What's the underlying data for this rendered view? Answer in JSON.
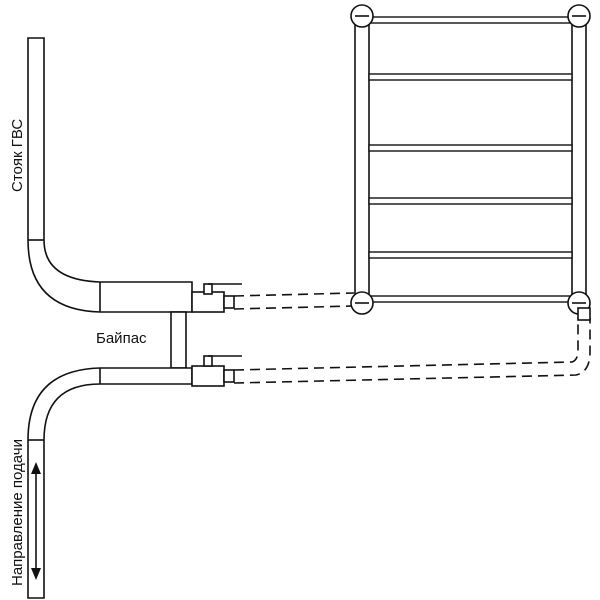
{
  "labels": {
    "riser": "Стояк ГВС",
    "bypass": "Байпас",
    "flow_direction": "Направление подачи"
  }
}
